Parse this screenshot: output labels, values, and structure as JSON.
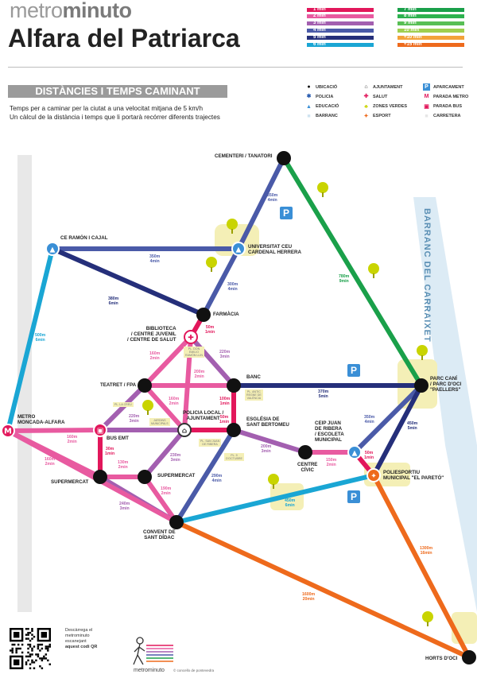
{
  "brand": {
    "prefix": "metro",
    "suffix": "minuto"
  },
  "city_name": "Alfara del Patriarca",
  "legend": {
    "left": [
      {
        "label": "1 min",
        "color": "#e2175b"
      },
      {
        "label": "2 min",
        "color": "#e85aa0"
      },
      {
        "label": "3 min",
        "color": "#a35fb0"
      },
      {
        "label": "4 min",
        "color": "#4a5aa8"
      },
      {
        "label": "5 min",
        "color": "#252f7a"
      },
      {
        "label": "6 min",
        "color": "#1aa6d4"
      }
    ],
    "right": [
      {
        "label": "7 min",
        "color": "#1aa04a"
      },
      {
        "label": "8 min",
        "color": "#2db24f"
      },
      {
        "label": "9 min",
        "color": "#58bf55"
      },
      {
        "label": "10 min",
        "color": "#9fcf50"
      },
      {
        "label": "+10 min",
        "color": "#f3a23a"
      },
      {
        "label": "+15 min",
        "color": "#ee6a1c"
      }
    ]
  },
  "section_title": "DISTÀNCIES I TEMPS CAMINANT",
  "intro": [
    "Temps per a caminar per la ciutat a una velocitat mitjana de 5 km/h",
    "Un càlcul de la distància i temps que li portarà recórrer diferents trajectes"
  ],
  "keys": {
    "col1": [
      {
        "icon": "location-icon",
        "label": "UBICACIÓ"
      },
      {
        "icon": "police-icon",
        "label": "POLICIA"
      },
      {
        "icon": "education-icon",
        "label": "EDUCACIÓ"
      },
      {
        "icon": "ravine-icon",
        "label": "BARRANC"
      }
    ],
    "col2": [
      {
        "icon": "townhall-icon",
        "label": "AJUNTAMENT"
      },
      {
        "icon": "health-icon",
        "label": "SALUT"
      },
      {
        "icon": "green-zone-icon",
        "label": "ZONES VERDES"
      },
      {
        "icon": "sport-icon",
        "label": "ESPORT"
      }
    ],
    "col3": [
      {
        "icon": "parking-icon",
        "label": "APARCAMENT"
      },
      {
        "icon": "metro-icon",
        "label": "PARADA METRO"
      },
      {
        "icon": "bus-icon",
        "label": "PARADA BUS"
      },
      {
        "icon": "road-icon",
        "label": "CARRETERA"
      }
    ]
  },
  "ravine_label": "BARRANC DEL CARRAIXET",
  "stations": {
    "cementeri": "CEMENTERI / TANATORI",
    "ce_ramon": "CE RAMÓN I CAJAL",
    "universitat": "UNIVERSITAT CEU\nCARDENAL HERRERA",
    "farmacia": "FARMÀCIA",
    "biblioteca": "BIBLIOTECA\n/ CENTRE JUVENIL\n/ CENTRE DE SALUT",
    "teatret": "TEATRET / FPA",
    "banc": "BANC",
    "parc_cani": "PARC CANÍ\n/ PARC D'OCI\n\"PAELLERS\"",
    "metro": "METRO\nMONCADA-ALFARA",
    "bus": "BUS EMT",
    "policia": "POLICIA LOCAL /\nAJUNTAMENT",
    "esglesia": "ESGLÉSIA DE\nSANT BERTOMEU",
    "ceip": "CEIP JUAN\nDE RIBERA\n/ ESCOLETA\nMUNICIPAL",
    "centre_civic": "CENTRE\nCÍVIC",
    "poliesportiu": "POLIESPORTIU\nMUNICIPAL \"EL PARETÓ\"",
    "supermercat1": "SUPERMERCAT",
    "supermercat2": "SUPERMERCAT",
    "convent": "CONVENT DE\nSANT DÍDAC",
    "horts": "HORTS D'OCI"
  },
  "distances": {
    "d_cem_uni": "350m\n4min",
    "d_ramon_uni": "350m\n4min",
    "d_ramon_farm": "380m\n6min",
    "d_uni_farm": "300m\n4min",
    "d_cem_parc": "780m\n9min",
    "d_ramon_metro": "500m\n6min",
    "d_farm_bib": "50m\n1min",
    "d_bib_teatret": "160m\n2min",
    "d_bib_banc": "220m\n3min",
    "d_bib_pol": "200m\n2min",
    "d_teatret_pol": "160m\n2min",
    "d_banc_parc": "370m\n5min",
    "d_banc_esg": "100m\n1min",
    "d_pol_esg": "50m\n1min",
    "d_teatret_bus": "220m\n3min",
    "d_metro_bus": "160m\n2min",
    "d_metro_sup": "160m\n2min",
    "d_bus_sup": "30m\n1min",
    "d_sup_sup2": "130m\n2min",
    "d_pol_sup2": "230m\n3min",
    "d_esg_centre": "200m\n3min",
    "d_centre_ceip": "150m\n2min",
    "d_ceip_parc": "350m\n4min",
    "d_pol_poli2": "290m\n4min",
    "d_sup2_conv": "190m\n2min",
    "d_sup_conv": "240m\n3min",
    "d_ceip_poli": "50m\n1min",
    "d_parc_poli": "450m\n5min",
    "d_conv_poli": "450m\n6min",
    "d_poli_horts": "1300m\n16min",
    "d_conv_horts": "1600m\n20min"
  },
  "street_labels": {
    "pl_don": "PL. DON\nEMILIO\nRAMÓN LLIN",
    "pl_creu": "PL. LA CREU",
    "jardins": "JARDINS\nMUNICIPALS",
    "pl_antic": "PL. ANTIC\nREGNE DE\nVALÈNCIA",
    "pl_san_juan": "PL. SAN JUAN\nDE RIBERA",
    "pl_octubre": "PL. 9\nD'OCTUBRE"
  },
  "parking_letter": "P",
  "metro_letter": "M",
  "qr_text": [
    "Descàrrega el",
    "metrominuto",
    "escanejant",
    "aquest codi QR"
  ],
  "footer": {
    "brand": "metrominuto",
    "org": "© concello de pontevedra"
  }
}
